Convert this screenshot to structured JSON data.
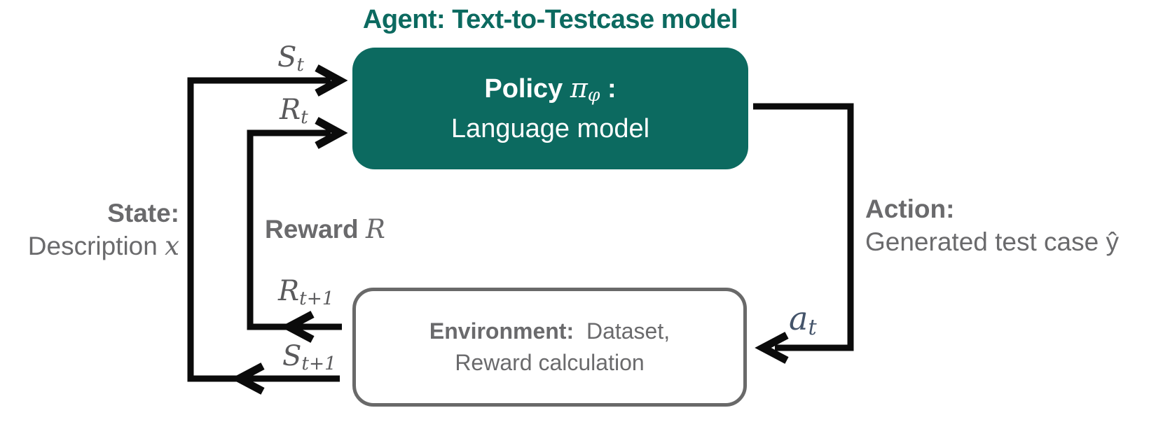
{
  "title": {
    "text": "Agent: Text-to-Testcase model"
  },
  "agent_box": {
    "heading_bold": "Policy",
    "pi": "π",
    "pi_sub": "φ",
    "colon": ":",
    "line2": "Language model"
  },
  "environment_box": {
    "heading_bold": "Environment:",
    "heading_rest": "Dataset,",
    "line2": "Reward calculation"
  },
  "left_labels": {
    "state_heading": "State:",
    "state_line2_text": "Description",
    "state_var": "x",
    "reward_bold": "Reward",
    "reward_var": "R"
  },
  "right_labels": {
    "action_heading": "Action:",
    "action_line2": "Generated test case ŷ"
  },
  "arrow_labels": {
    "s_t": {
      "base": "S",
      "sub": "t"
    },
    "r_t": {
      "base": "R",
      "sub": "t"
    },
    "r_t_plus_1": {
      "base": "R",
      "sub": "t+1"
    },
    "s_t_plus_1": {
      "base": "S",
      "sub": "t+1"
    },
    "a_t": {
      "base": "a",
      "sub": "t"
    }
  },
  "colors": {
    "teal": "#0c6a60",
    "gray_text": "#6a6a6c",
    "math_label_gray": "#5a5a5c",
    "action_var_dark_blue": "#44546a",
    "arrow_black": "#0b0b0b",
    "env_border_gray": "#696969",
    "box_text_white": "#ffffff"
  }
}
